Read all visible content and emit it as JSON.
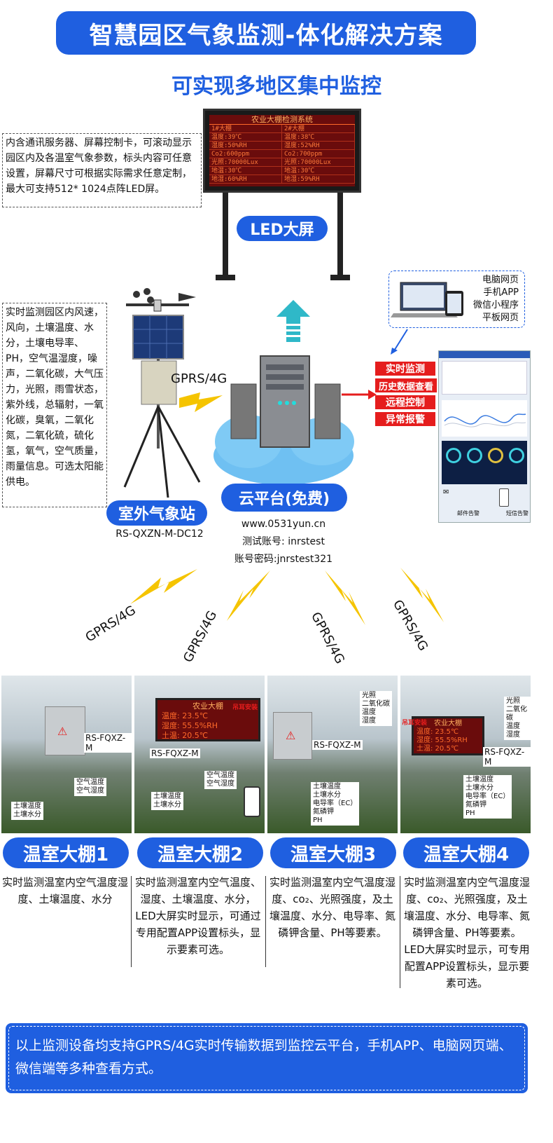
{
  "title": "智慧园区气象监测-体化解决方案",
  "subtitle": "可实现多地区集中监控",
  "led_screen": {
    "note": "内含通讯服务器、屏幕控制卡，可滚动显示园区内及各温室气象参数，标头内容可任意设置，屏幕尺寸可根据实际需求任意定制，最大可支持512* 1024点阵LED屏。",
    "header": "农业大棚检测系统",
    "col1": [
      "1#大棚",
      "温度:39℃",
      "湿度:50%RH",
      "Co2:600ppm",
      "光照:70000Lux",
      "地温:30℃",
      "地湿:60%RH"
    ],
    "col2": [
      "2#大棚",
      "温度:38℃",
      "湿度:52%RH",
      "Co2:700ppm",
      "光照:70000Lux",
      "地温:30℃",
      "地湿:59%RH"
    ],
    "label": "LED大屏"
  },
  "station": {
    "note": "实时监测园区内风速，风向，土壤温度、水分，土壤电导率、PH，空气温湿度，噪声，二氧化碳，大气压力，光照，雨雪状态，紫外线，总辐射，一氧化碳，臭氧，二氧化氮，二氧化硫，硫化氢，氧气，空气质量，雨量信息。可选太阳能供电。",
    "label": "室外气象站",
    "model": "RS-QXZN-M-DC12"
  },
  "link_label": "GPRS/4G",
  "cloud": {
    "label": "云平台(免费)",
    "url": "www.0531yun.cn",
    "account": "测试账号: inrstest",
    "password": "账号密码:jnrstest321"
  },
  "platforms": [
    "电脑网页",
    "手机APP",
    "微信小程序",
    "平板网页"
  ],
  "features": [
    "实时监测",
    "历史数据查看",
    "远程控制",
    "异常报警"
  ],
  "dashboard": {
    "mail_alert": "邮件告警",
    "sms_alert": "短信告警"
  },
  "greenhouses": [
    {
      "label": "温室大棚1",
      "desc": "实时监测温室内空气温度湿度、土壤温度、水分",
      "model": "RS-FQXZ-M",
      "photo_tags": [
        "空气温度",
        "空气湿度",
        "土壤温度",
        "土壤水分"
      ]
    },
    {
      "label": "温室大棚2",
      "desc": "实时监测温室内空气温度、湿度、土壤温度、水分，LED大屏实时显示，可通过专用配置APP设置标头，显示要素可选。",
      "model": "RS-FQXZ-M",
      "led": {
        "title": "农业大棚",
        "rows": [
          "温度:  23.5℃",
          "湿度:  55.5%RH",
          "土温:  20.5℃"
        ],
        "hang": "吊耳安装"
      },
      "photo_tags": [
        "空气温度",
        "空气湿度",
        "土壤温度",
        "土壤水分"
      ]
    },
    {
      "label": "温室大棚3",
      "desc": "实时监测温室内空气温度湿度、co₂、光照强度，及土壤温度、水分、电导率、氮磷钾含量、PH等要素。",
      "model": "RS-FQXZ-M",
      "photo_tags": [
        "光照",
        "二氧化碳",
        "温度",
        "湿度",
        "土壤温度",
        "土壤水分",
        "电导率（EC）",
        "氮磷钾",
        "PH"
      ]
    },
    {
      "label": "温室大棚4",
      "desc": "实时监测温室内空气温度湿度、co₂、光照强度，及土壤温度、水分、电导率、氮磷钾含量、PH等要素。LED大屏实时显示，可专用配置APP设置标头，显示要素可选。",
      "model": "RS-FQXZ-M",
      "led": {
        "title": "农业大棚",
        "rows": [
          "温度:  23.5℃",
          "湿度:  55.5%RH",
          "土温:  20.5℃"
        ],
        "hang": "吊耳安装"
      },
      "photo_tags": [
        "光照",
        "二氧化碳",
        "温度",
        "湿度",
        "土壤温度",
        "土壤水分",
        "电导率（EC）",
        "氮磷钾",
        "PH"
      ]
    }
  ],
  "footer": "以上监测设备均支持GPRS/4G实时传输数据到监控云平台，手机APP、电脑网页端、微信端等多种查看方式。",
  "colors": {
    "brand_blue": "#1f5fe0",
    "alert_red": "#e51d1d",
    "bolt_yellow": "#f5c400"
  }
}
